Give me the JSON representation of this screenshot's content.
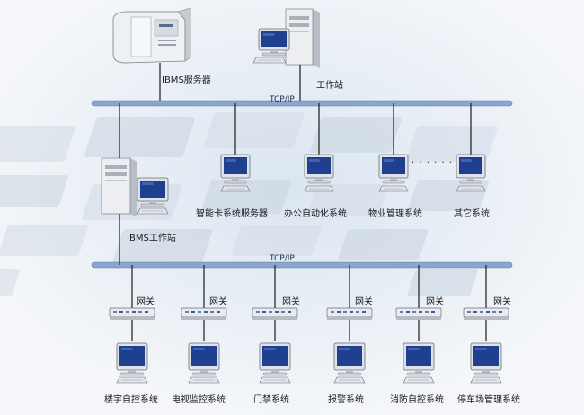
{
  "bus_top": {
    "label": "TCP/IP"
  },
  "bus_bottom": {
    "label": "TCP/IP"
  },
  "nodes": {
    "ibms_server": "IBMS服务器",
    "workstation": "工作站",
    "bms_workstation": "BMS工作站",
    "ellipsis": "· · · · · ·"
  },
  "systems_mid": [
    "智能卡系统服务器",
    "办公自动化系统",
    "物业管理系统",
    "其它系统"
  ],
  "gateway_label": "网关",
  "systems_bottom": [
    "楼宇自控系统",
    "电视监控系统",
    "门禁系统",
    "报警系统",
    "消防自控系统",
    "停车场管理系统"
  ],
  "colors": {
    "bus": "#8aa6cf",
    "screen": "#1f3f8f",
    "case": "#e6e8ec",
    "line": "#2a2a2a"
  }
}
